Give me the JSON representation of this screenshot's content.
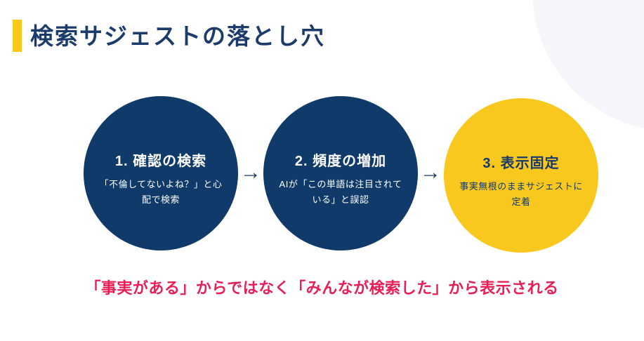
{
  "slide": {
    "title": "検索サジェストの落とし穴"
  },
  "steps": [
    {
      "label": "1. 確認の検索",
      "description": "「不倫してないよね？」と心配で検索"
    },
    {
      "label": "2. 頻度の増加",
      "description": "AIが「この単語は注目されている」と誤認"
    },
    {
      "label": "3. 表示固定",
      "description": "事実無根のままサジェストに定着"
    }
  ],
  "arrow_glyph": "→",
  "footer": {
    "text": "「事実がある」からではなく「みんなが検索した」から表示される"
  },
  "colors": {
    "navy": "#103a69",
    "title_navy": "#1b3c6b",
    "yellow": "#f8c81e",
    "accent_red": "#e91e55",
    "deco_circle": "#f4f6f9"
  }
}
